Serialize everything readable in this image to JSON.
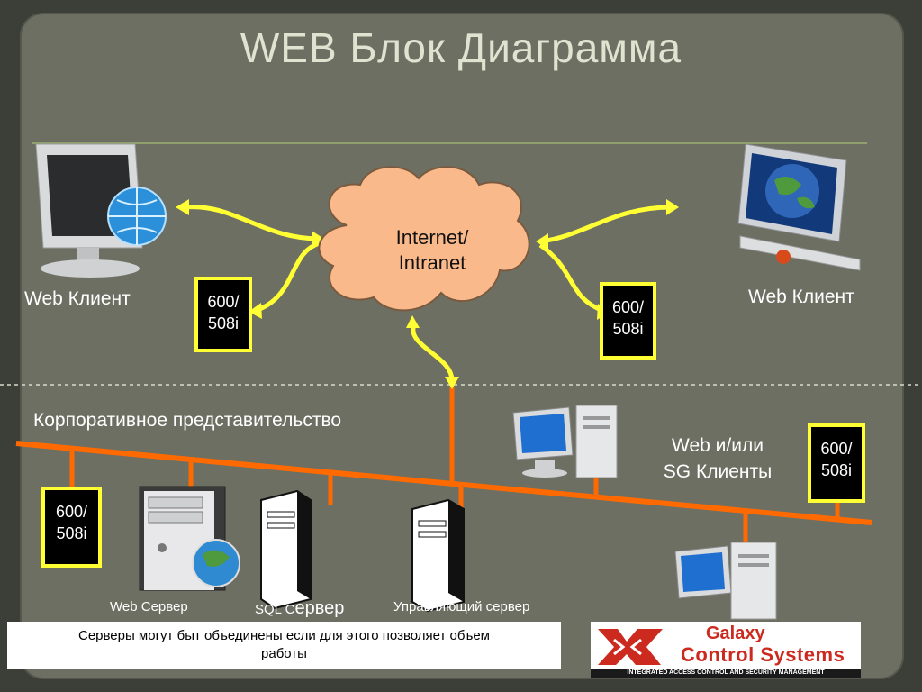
{
  "slide": {
    "title": "WEB Блок Диаграмма"
  },
  "cloud": {
    "line1": "Internet/",
    "line2": "Intranet"
  },
  "clients": {
    "left": "Web Клиент",
    "right": "Web Клиент",
    "sg": "Web и/или",
    "sg2": "SG Клиенты"
  },
  "corporate": "Корпоративное представительство",
  "devices": [
    {
      "line1": "600/",
      "line2": "508i"
    },
    {
      "line1": "600/",
      "line2": "508i"
    },
    {
      "line1": "600/",
      "line2": "508i"
    },
    {
      "line1": "600/",
      "line2": "508i"
    }
  ],
  "servers": {
    "web": "Web Сервер",
    "sql_small": "SQL С",
    "sql_big": "ервер",
    "control": "Управляющий сервер"
  },
  "note": {
    "line1": "Серверы могут быт объединены если для этого  позволяет объем",
    "line2": "работы"
  },
  "logo": {
    "name1": "Galaxy",
    "name2": "Control Systems",
    "tagline": "INTEGRATED ACCESS CONTROL AND SECURITY MANAGEMENT"
  },
  "colors": {
    "panel": "#6d6f63",
    "connector": "#ffff33",
    "network": "#ff6a00",
    "cloud": "#f9b98a",
    "logo_red": "#cc2a1e"
  }
}
